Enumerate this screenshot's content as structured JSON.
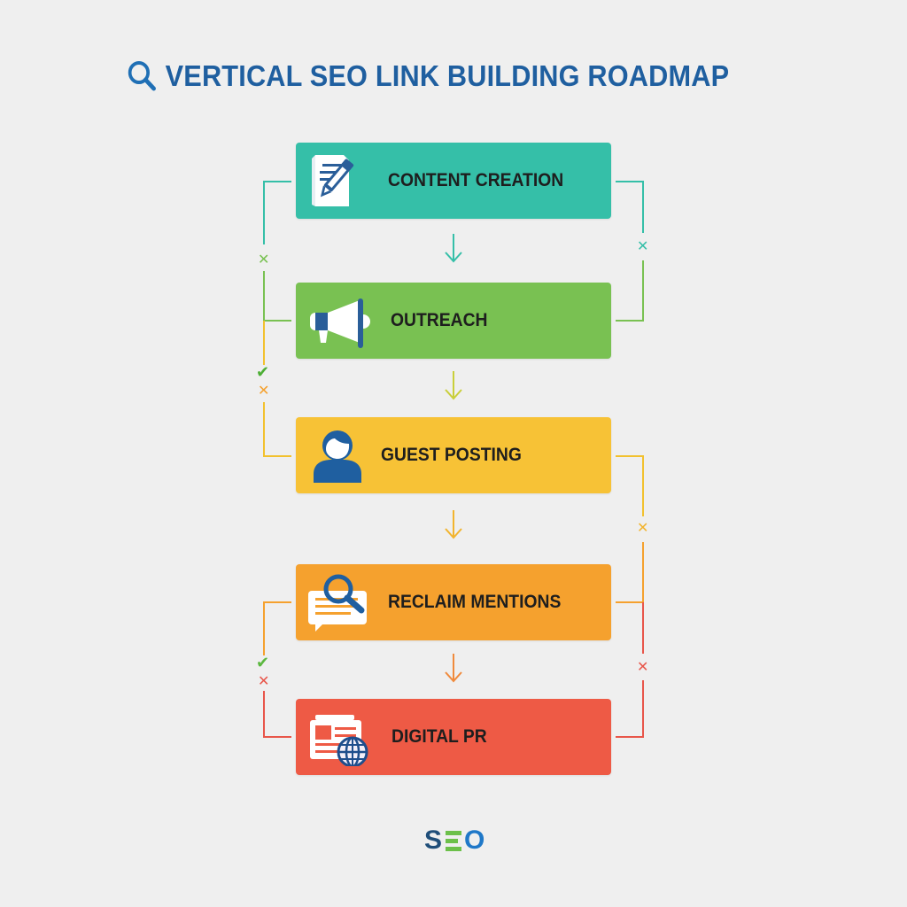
{
  "title": {
    "text": "VERTICAL SEO LINK BUILDING ROADMAP",
    "icon": "search-icon",
    "color": "#1f5fa0"
  },
  "steps": [
    {
      "label": "CONTENT CREATION",
      "icon": "document-pencil-icon",
      "color": "#35bfa8"
    },
    {
      "label": "OUTREACH",
      "icon": "megaphone-icon",
      "color": "#79c152"
    },
    {
      "label": "GUEST POSTING",
      "icon": "person-icon",
      "color": "#f7c236"
    },
    {
      "label": "RECLAIM MENTIONS",
      "icon": "chat-search-icon",
      "color": "#f5a12e"
    },
    {
      "label": "DIGITAL PR",
      "icon": "newspaper-globe-icon",
      "color": "#ee5a45"
    }
  ],
  "connectors": {
    "left": [
      {
        "from": "CONTENT CREATION",
        "to": "OUTREACH",
        "marks": [
          "x"
        ]
      },
      {
        "from": "OUTREACH",
        "to": "GUEST POSTING",
        "marks": [
          "check",
          "x"
        ]
      },
      {
        "from": "RECLAIM MENTIONS",
        "to": "DIGITAL PR",
        "marks": [
          "check",
          "x"
        ]
      }
    ],
    "right": [
      {
        "from": "CONTENT CREATION",
        "to": "OUTREACH",
        "marks": [
          "x"
        ]
      },
      {
        "from": "GUEST POSTING",
        "to": "RECLAIM MENTIONS",
        "marks": [
          "x"
        ]
      },
      {
        "from": "RECLAIM MENTIONS",
        "to": "DIGITAL PR",
        "marks": [
          "x"
        ]
      }
    ]
  },
  "symbols": {
    "x": "✕",
    "check": "✔"
  },
  "footer": {
    "logo_letters": [
      "S",
      "E",
      "O"
    ],
    "logo_colors": [
      "#1f4e79",
      "#6cc04a",
      "#1f78c8"
    ]
  }
}
